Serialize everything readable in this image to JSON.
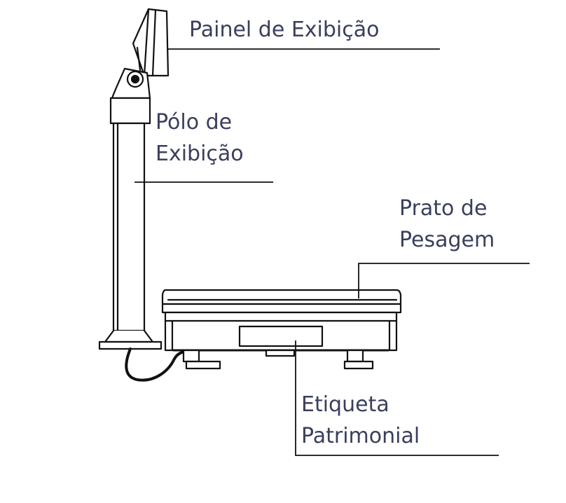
{
  "labels": {
    "display_panel": "Painel de Exibição",
    "display_pole_line1": "Pólo de",
    "display_pole_line2": "Exibição",
    "weighing_plate_line1": "Prato de",
    "weighing_plate_line2": "Pesagem",
    "asset_tag_line1": "Etiqueta",
    "asset_tag_line2": "Patrimonial"
  },
  "colors": {
    "line": "#111111",
    "label_text": "#3a3f5c",
    "background": "#ffffff"
  }
}
